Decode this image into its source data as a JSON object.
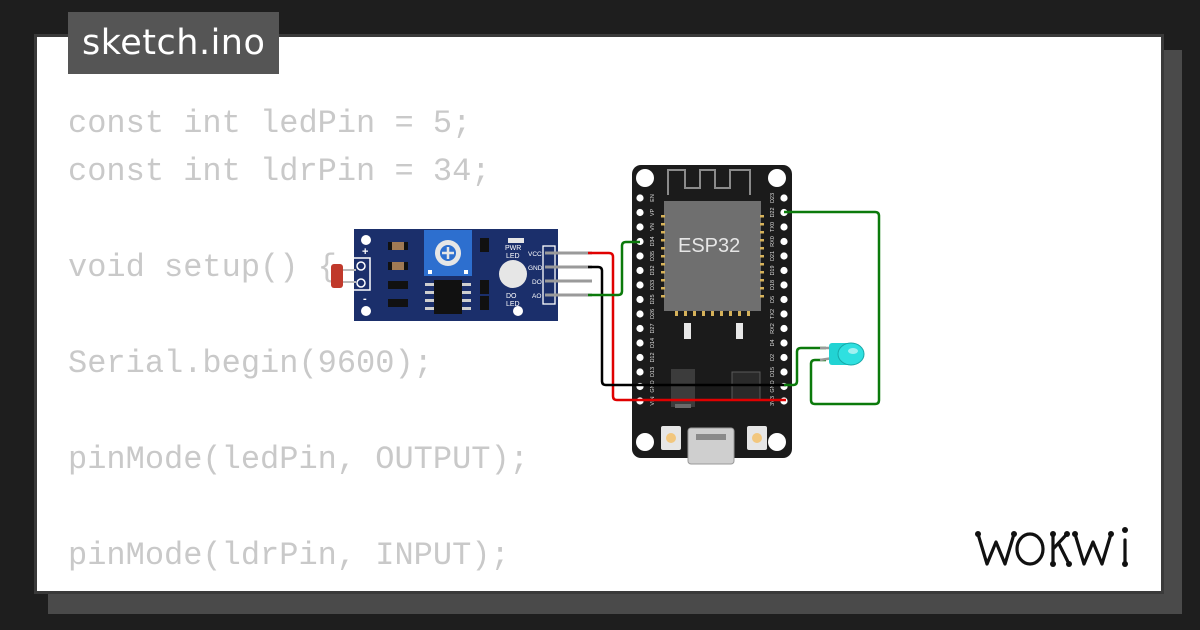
{
  "file_tab": {
    "label": "sketch.ino"
  },
  "code": {
    "lines": [
      "const int ledPin = 5;",
      "const int ldrPin = 34;",
      "",
      "void setup() {",
      "",
      "Serial.begin(9600);",
      "",
      "pinMode(ledPin, OUTPUT);",
      "",
      "pinMode(ldrPin, INPUT);"
    ]
  },
  "ldr_module": {
    "pins": [
      "VCC",
      "GND",
      "DO",
      "AO"
    ],
    "pwr_led_label": [
      "PWR",
      "LED"
    ],
    "do_led_label": [
      "DO",
      "LED"
    ],
    "plus": "+",
    "minus": "-"
  },
  "esp32": {
    "chip_label": "ESP32",
    "left_pins": [
      "EN",
      "VP",
      "VN",
      "D34",
      "D35",
      "D32",
      "D33",
      "D25",
      "D26",
      "D27",
      "D14",
      "D12",
      "D13",
      "GND",
      "VIN"
    ],
    "right_pins": [
      "D23",
      "D22",
      "TX0",
      "RX0",
      "D21",
      "D19",
      "D18",
      "D5",
      "TX2",
      "RX2",
      "D4",
      "D2",
      "D15",
      "GND",
      "3V3"
    ]
  },
  "brand": {
    "logo_text": "WOKWi"
  },
  "colors": {
    "background": "#1e1e1e",
    "card": "#ffffff",
    "tab": "#555555",
    "code_text": "#c9c9c9",
    "module_blue": "#1b2f6b",
    "board_black": "#1b1b1b",
    "wire_red": "#e00000",
    "wire_black": "#000000",
    "wire_green": "#0b7a0b",
    "led_cyan": "#22d3d3"
  }
}
